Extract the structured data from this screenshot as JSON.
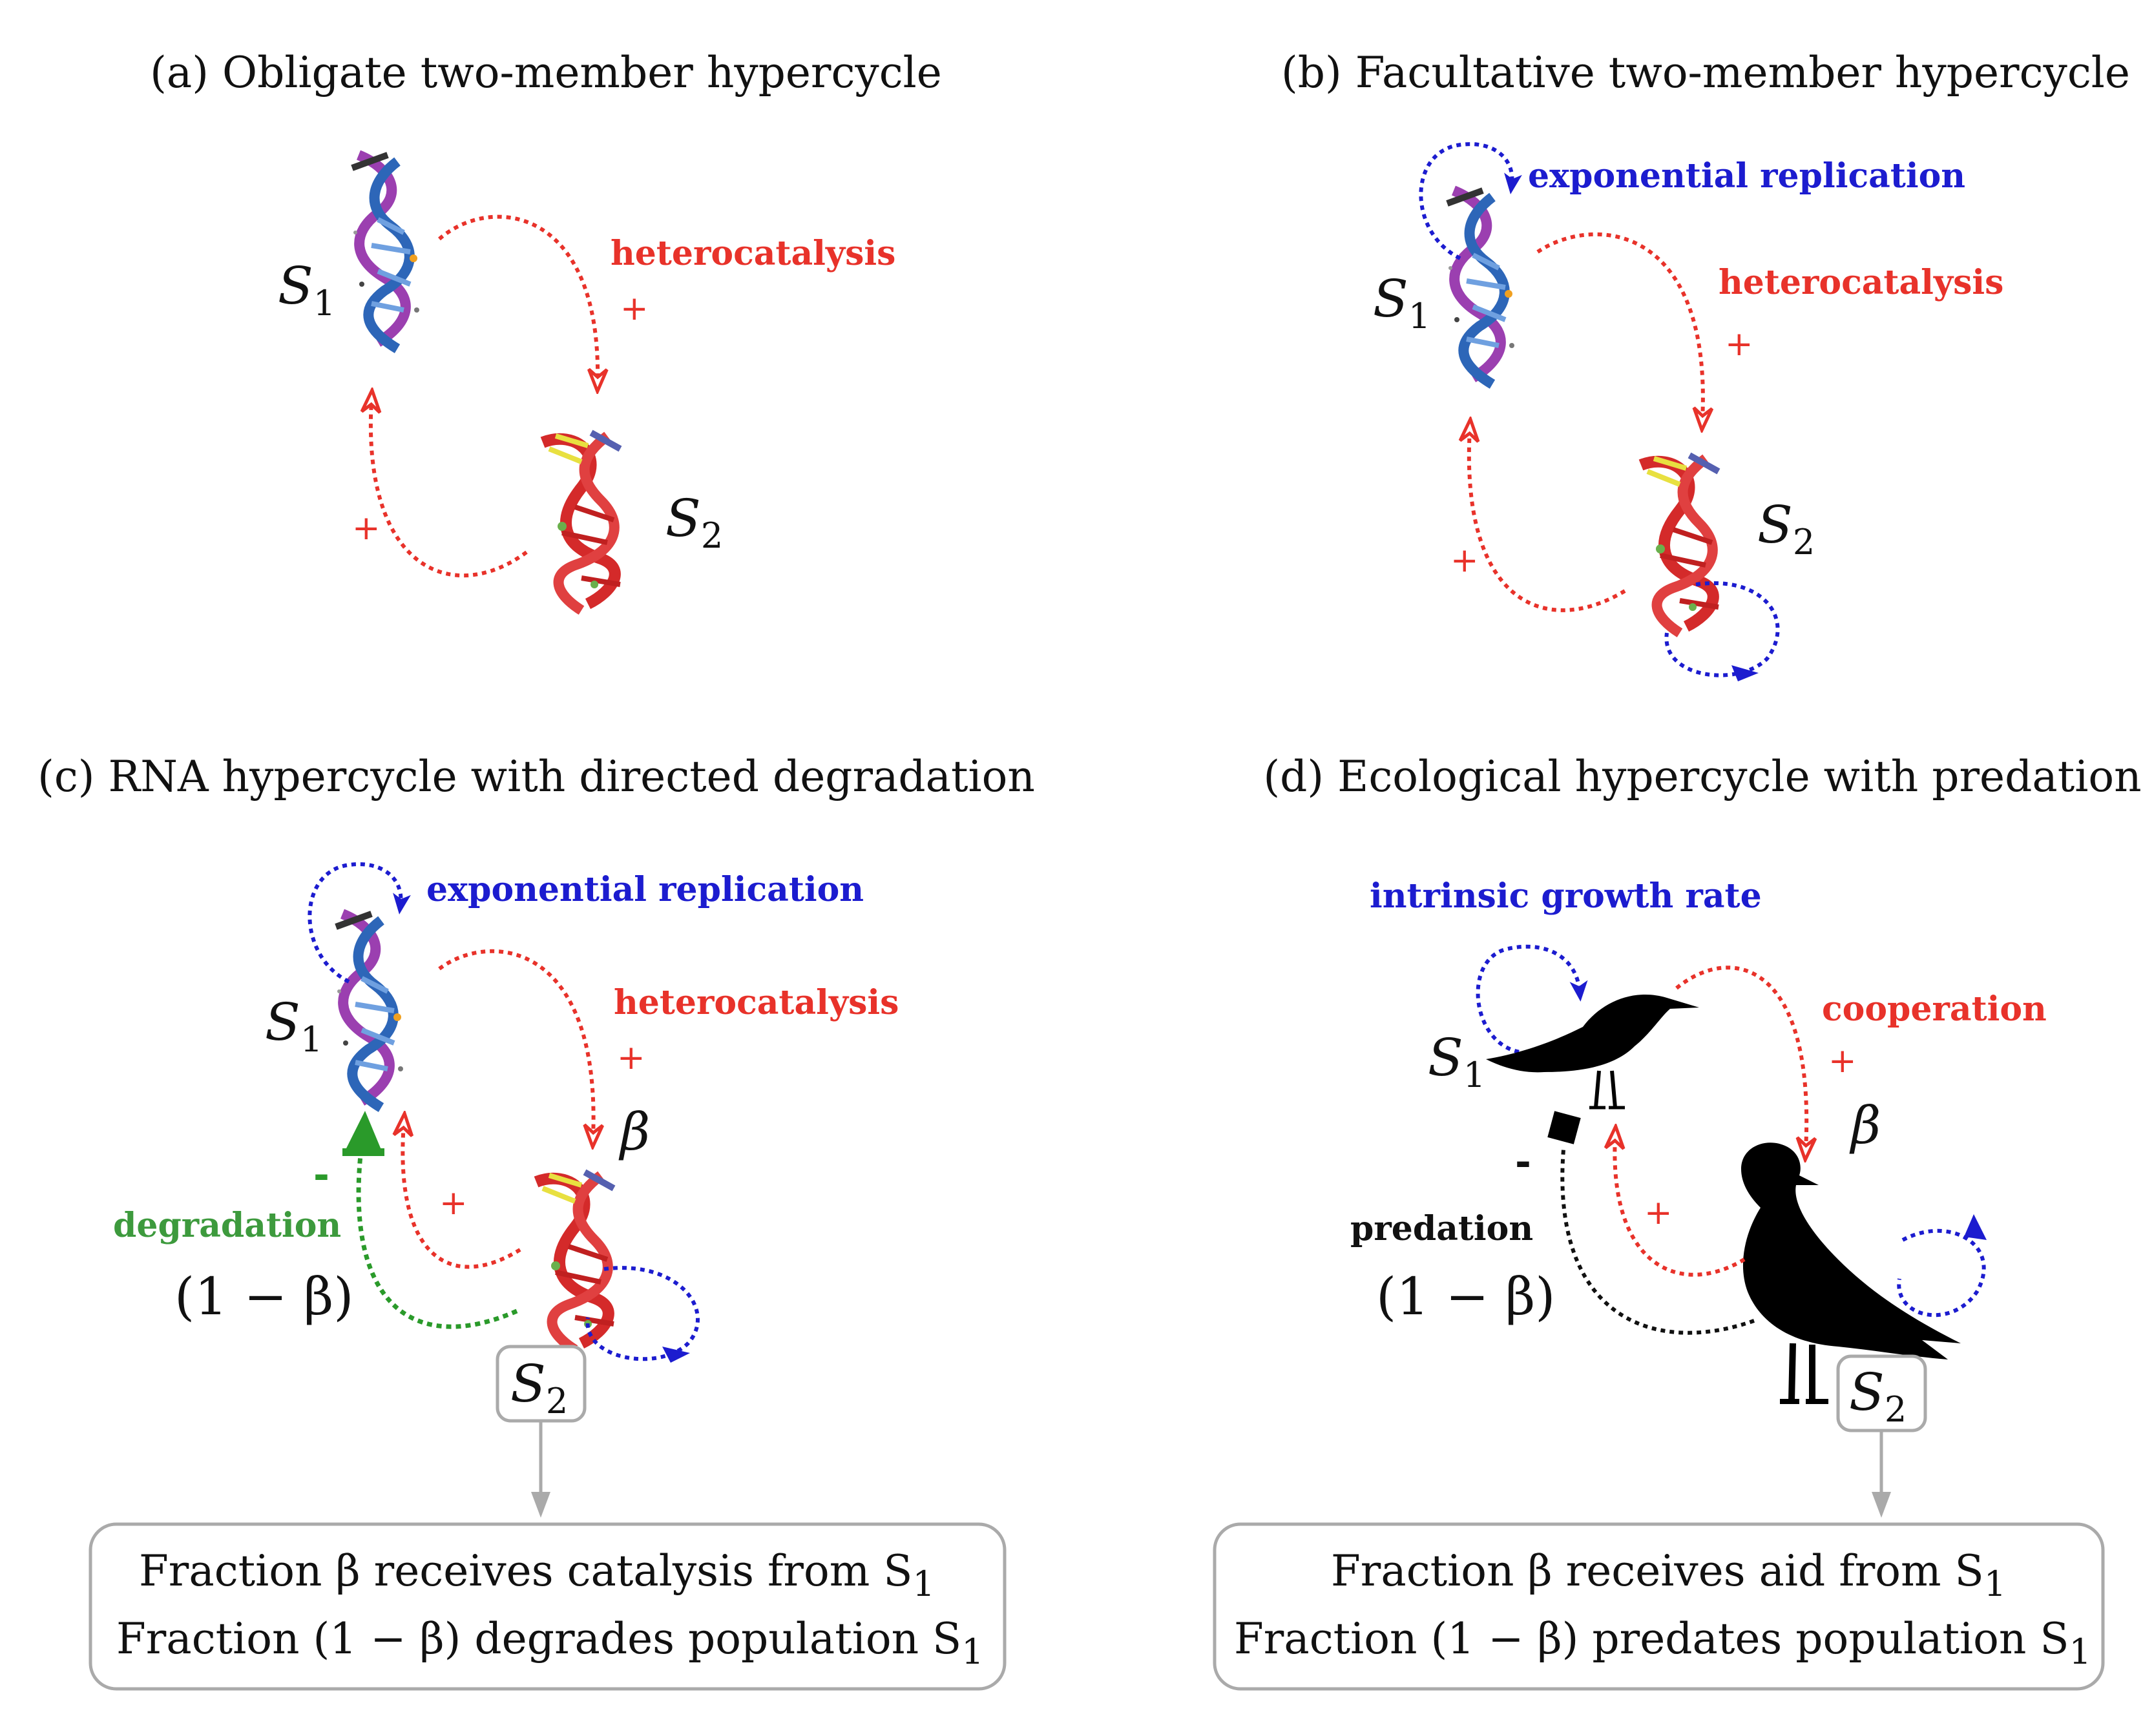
{
  "panels": {
    "a": {
      "title": "(a) Obligate two-member hypercycle",
      "heterocatalysis": "heterocatalysis",
      "plus": "+",
      "s1": "S",
      "s1_sub": "1",
      "s2": "S",
      "s2_sub": "2"
    },
    "b": {
      "title": "(b) Facultative two-member hypercycle",
      "replication": "exponential replication",
      "heterocatalysis": "heterocatalysis",
      "plus": "+",
      "s1": "S",
      "s1_sub": "1",
      "s2": "S",
      "s2_sub": "2"
    },
    "c": {
      "title": "(c) RNA hypercycle with directed degradation",
      "replication": "exponential replication",
      "heterocatalysis": "heterocatalysis",
      "degradation": "degradation",
      "plus": "+",
      "minus": "-",
      "beta": "β",
      "one_minus_beta": "(1 − β)",
      "s1": "S",
      "s1_sub": "1",
      "s2": "S",
      "s2_sub": "2",
      "box_line1": "Fraction β receives catalysis from S",
      "box_line1_sub": "1",
      "box_line2": "Fraction (1 − β) degrades population S",
      "box_line2_sub": "1"
    },
    "d": {
      "title": "(d) Ecological hypercycle with predation",
      "growth": "intrinsic growth rate",
      "cooperation": "cooperation",
      "predation": "predation",
      "plus": "+",
      "minus": "-",
      "beta": "β",
      "one_minus_beta": "(1 − β)",
      "s1": "S",
      "s1_sub": "1",
      "s2": "S",
      "s2_sub": "2",
      "box_line1": "Fraction β receives aid from S",
      "box_line1_sub": "1",
      "box_line2": "Fraction (1 − β) predates population S",
      "box_line2_sub": "1"
    }
  },
  "colors": {
    "heterocatalysis": "#e8322a",
    "replication": "#1c1ccf",
    "degradation": "#2a9a2a",
    "predation": "#111111",
    "box_border": "#aaaaaa"
  },
  "icons": [
    "rna-molecule-icon",
    "small-bird-icon",
    "gull-icon"
  ]
}
